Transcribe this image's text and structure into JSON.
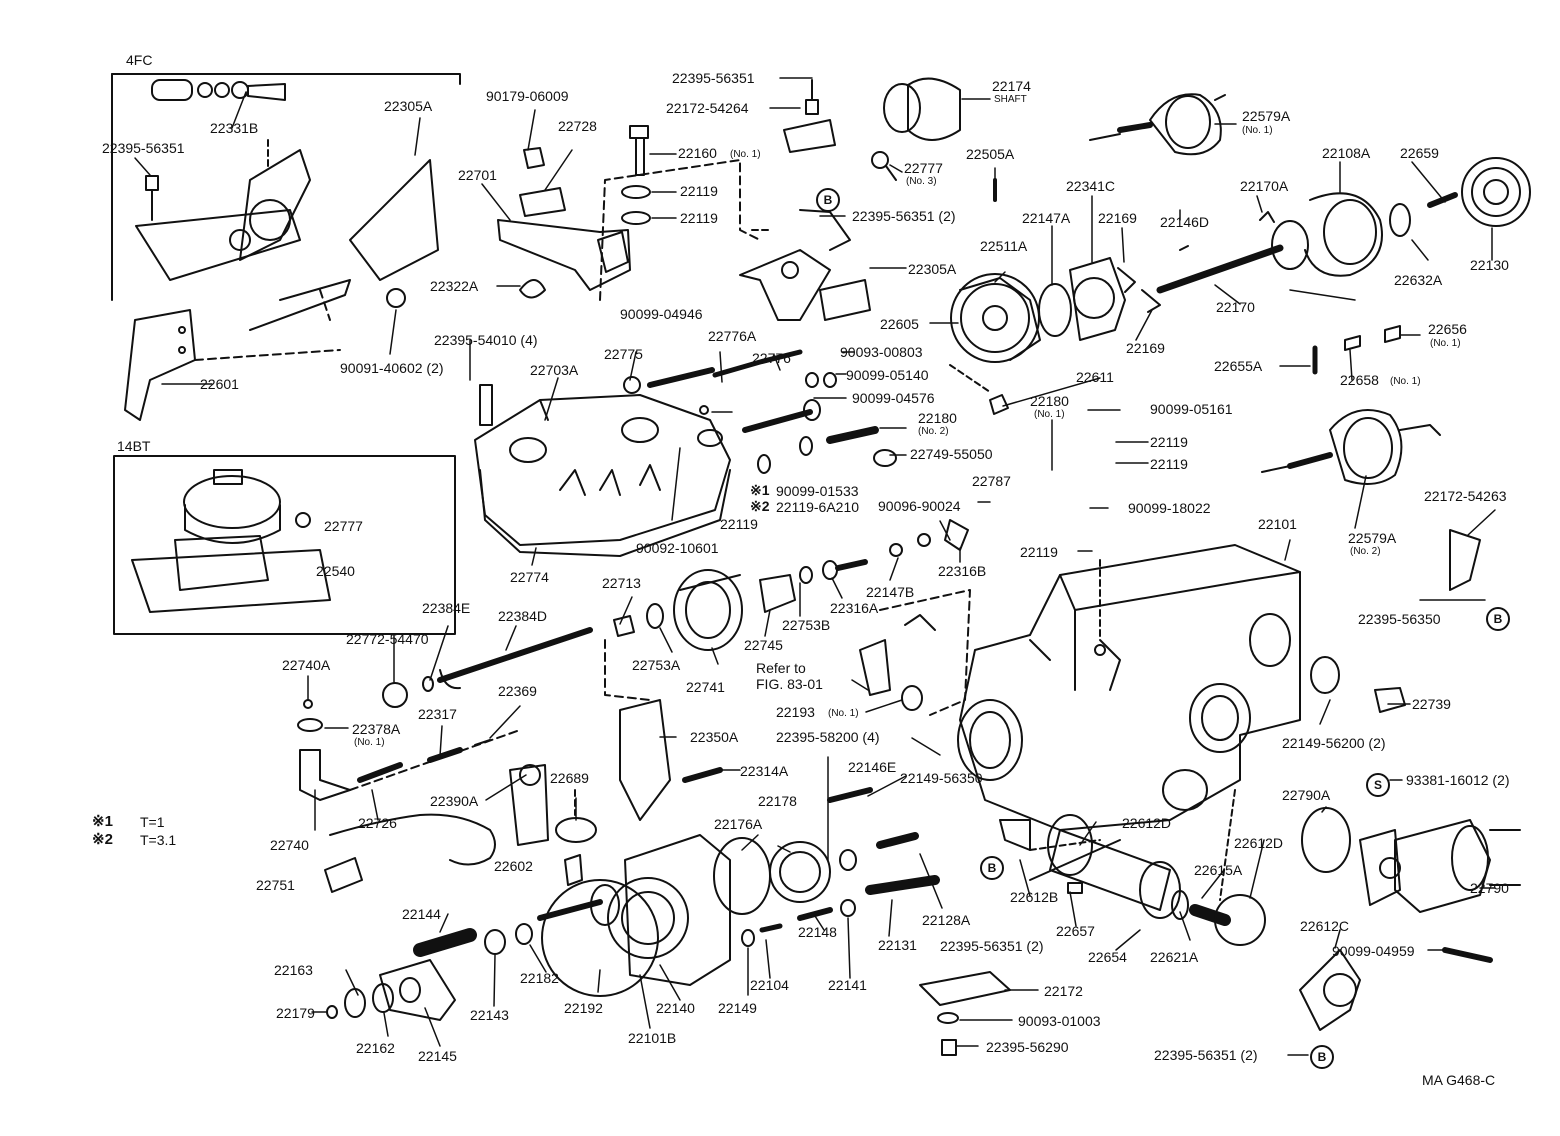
{
  "groups": {
    "g4fc": "4FC",
    "g14bt": "14BT"
  },
  "callout_letters": {
    "b": "B",
    "s": "S"
  },
  "notes": {
    "n1_mark": "※1",
    "n1_val": "T=1",
    "n2_mark": "※2",
    "n2_val": "T=3.1",
    "refer_line1": "Refer to",
    "refer_line2": "FIG. 83-01"
  },
  "code": "MA G468-C",
  "parts": {
    "p22395_56351_top": "22395-56351",
    "p22174": "22174",
    "p22174_sub": "SHAFT",
    "p90179": "90179-06009",
    "p22172_54264": "22172-54264",
    "p22728": "22728",
    "p22160": "22160",
    "p22160_sub": "(No. 1)",
    "p22331B": "22331B",
    "p22305A_l": "22305A",
    "p22395_56351_l": "22395-56351",
    "p22701": "22701",
    "p22119_a": "22119",
    "p22119_b": "22119",
    "p22777_3": "22777",
    "p22777_3_sub": "(No. 3)",
    "p22505A": "22505A",
    "p22395_56351_2": "22395-56351 (2)",
    "p22579A_1": "22579A",
    "p22579A_1_sub": "(No. 1)",
    "p22108A": "22108A",
    "p22659": "22659",
    "p22341C": "22341C",
    "p22147A": "22147A",
    "p22169_t": "22169",
    "p22170A": "22170A",
    "p22146D": "22146D",
    "p22511A": "22511A",
    "p22305A_m": "22305A",
    "p22322A": "22322A",
    "p22130": "22130",
    "p22632A": "22632A",
    "p22170": "22170",
    "p22605": "22605",
    "p22169_b": "22169",
    "p90099_04946": "90099-04946",
    "p22776A": "22776A",
    "p22395_54010": "22395-54010 (4)",
    "p22601": "22601",
    "p90091": "90091-40602 (2)",
    "p22775": "22775",
    "p22776": "22776",
    "p90093_00803": "90093-00803",
    "p90099_05140": "90099-05140",
    "p22703A": "22703A",
    "p22611": "22611",
    "p22656": "22656",
    "p22656_sub": "(No. 1)",
    "p22655A": "22655A",
    "p22658": "22658",
    "p22658_sub": "(No. 1)",
    "p90099_04576": "90099-04576",
    "p22180": "22180",
    "p22180_sub": "(No. 2)",
    "p22180_1": "22180",
    "p22180_1_sub": "(No. 1)",
    "p90099_05161": "90099-05161",
    "p22119_c": "22119",
    "p22119_d": "22119",
    "p22749": "22749-55050",
    "p14bt_22777": "22777",
    "p14bt_22540": "22540",
    "p90099_01533": "90099-01533",
    "p22119_6A210": "22119-6A210",
    "p22119_e": "22119",
    "p90092": "90092-10601",
    "p90096": "90096-90024",
    "p22787": "22787",
    "p90099_18022": "90099-18022",
    "p22172_54263": "22172-54263",
    "p22119_f": "22119",
    "p22101": "22101",
    "p22774": "22774",
    "p22579A_2": "22579A",
    "p22579A_2_sub": "(No. 2)",
    "p22316B": "22316B",
    "p22147B": "22147B",
    "p22384E": "22384E",
    "p22384D": "22384D",
    "p22713": "22713",
    "p22316A": "22316A",
    "p22753B": "22753B",
    "p22395_56350": "22395-56350",
    "p22772": "22772-54470",
    "p22753A": "22753A",
    "p22745": "22745",
    "p22740A": "22740A",
    "p22741": "22741",
    "p22369": "22369",
    "p22739": "22739",
    "p22193": "22193",
    "p22193_sub": "(No. 1)",
    "p22378A": "22378A",
    "p22378A_sub": "(No. 1)",
    "p22317": "22317",
    "p22350A": "22350A",
    "p22395_58200": "22395-58200 (4)",
    "p22149_56200": "22149-56200 (2)",
    "p22314A": "22314A",
    "p22146E": "22146E",
    "p93381": "93381-16012 (2)",
    "p22790A": "22790A",
    "p22689": "22689",
    "p22390A": "22390A",
    "p22178": "22178",
    "p22149_56350": "22149-56350",
    "p22740": "22740",
    "p22726": "22726",
    "p22176A": "22176A",
    "p22612D_a": "22612D",
    "p22612D_b": "22612D",
    "p22751": "22751",
    "p22602": "22602",
    "p22612B": "22612B",
    "p22615A": "22615A",
    "p22790": "22790",
    "p22128A": "22128A",
    "p22144": "22144",
    "p22148": "22148",
    "p22131": "22131",
    "p22657": "22657",
    "p22612C": "22612C",
    "p22395_56351_b": "22395-56351 (2)",
    "p22654": "22654",
    "p22621A": "22621A",
    "p90099_04959": "90099-04959",
    "p22163": "22163",
    "p22182": "22182",
    "p22192": "22192",
    "p22140": "22140",
    "p22149": "22149",
    "p22104": "22104",
    "p22141": "22141",
    "p22172": "22172",
    "p22179": "22179",
    "p22143": "22143",
    "p90093_01003": "90093-01003",
    "p22162": "22162",
    "p22145": "22145",
    "p22101B": "22101B",
    "p22395_56290": "22395-56290",
    "p22395_56351_bot": "22395-56351 (2)"
  }
}
